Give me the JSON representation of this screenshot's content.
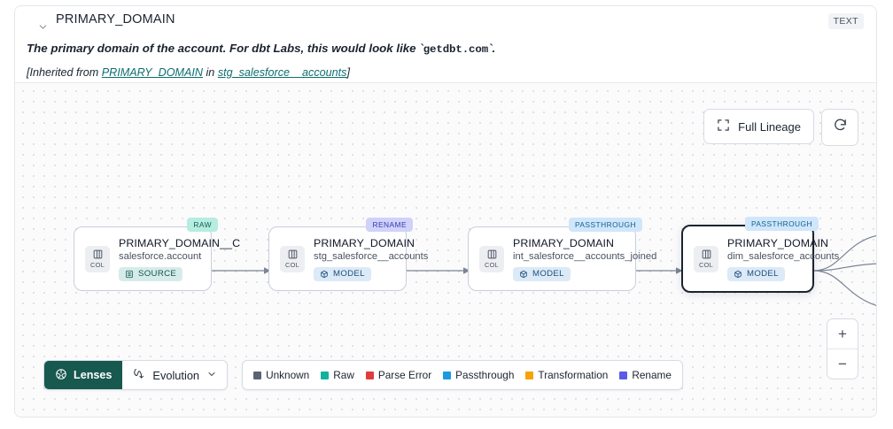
{
  "header": {
    "collapse_icon": "chevron-down-icon",
    "title": "PRIMARY_DOMAIN",
    "type_badge": "TEXT",
    "description_prefix": "The primary domain of the account. For dbt Labs, this would look like `",
    "description_code": "getdbt.com",
    "description_suffix": "`.",
    "inherited_open": "[Inherited from ",
    "inherited_link_1": "PRIMARY_DOMAIN",
    "inherited_mid": " in ",
    "inherited_link_2": "stg_salesforce__accounts",
    "inherited_close": "]"
  },
  "controls": {
    "full_lineage_label": "Full Lineage",
    "full_lineage_icon": "expand-icon",
    "refresh_icon": "refresh-icon",
    "zoom_in_label": "+",
    "zoom_out_label": "−"
  },
  "lineage": {
    "nodes": [
      {
        "pill": "RAW",
        "pill_style": "raw",
        "chip_label": "COL",
        "title": "PRIMARY_DOMAIN__C",
        "subtitle": "salesforce.account",
        "kind": "SOURCE",
        "kind_style": "source",
        "selected": false
      },
      {
        "pill": "RENAME",
        "pill_style": "rename",
        "chip_label": "COL",
        "title": "PRIMARY_DOMAIN",
        "subtitle": "stg_salesforce__accounts",
        "kind": "MODEL",
        "kind_style": "model",
        "selected": false
      },
      {
        "pill": "PASSTHROUGH",
        "pill_style": "pass",
        "chip_label": "COL",
        "title": "PRIMARY_DOMAIN",
        "subtitle": "int_salesforce__accounts_joined",
        "kind": "MODEL",
        "kind_style": "model",
        "selected": false
      },
      {
        "pill": "PASSTHROUGH",
        "pill_style": "pass",
        "chip_label": "COL",
        "title": "PRIMARY_DOMAIN",
        "subtitle": "dim_salesforce_accounts",
        "kind": "MODEL",
        "kind_style": "model",
        "selected": true
      }
    ]
  },
  "toolbar": {
    "lenses_label": "Lenses",
    "lenses_icon": "aperture-icon",
    "evolution_label": "Evolution",
    "evolution_icon": "evolution-flow-icon",
    "evolution_caret": "chevron-down-icon"
  },
  "legend": {
    "items": [
      {
        "label": "Unknown",
        "color": "#5b6472"
      },
      {
        "label": "Raw",
        "color": "#11b3a0"
      },
      {
        "label": "Parse Error",
        "color": "#e03c3c"
      },
      {
        "label": "Passthrough",
        "color": "#1a9ae0"
      },
      {
        "label": "Transformation",
        "color": "#f5a300"
      },
      {
        "label": "Rename",
        "color": "#5a5ae8"
      }
    ]
  }
}
